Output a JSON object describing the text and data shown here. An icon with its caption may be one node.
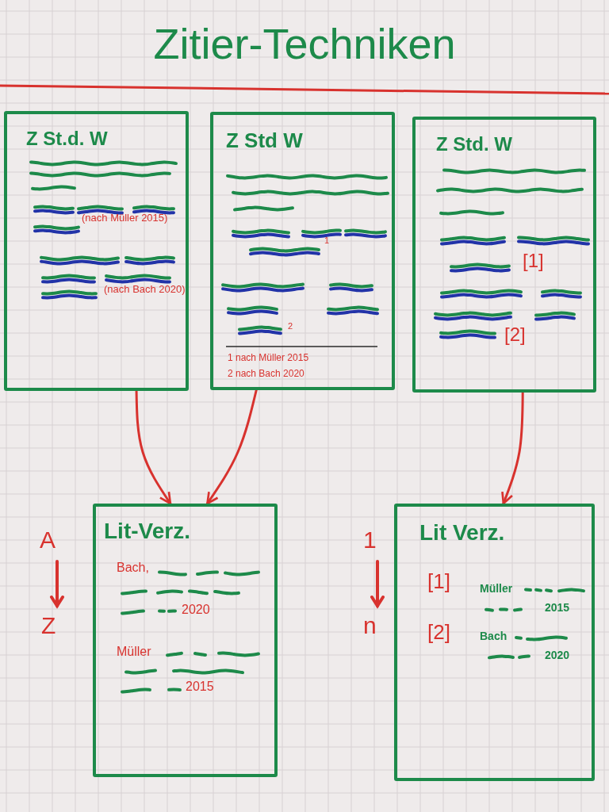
{
  "diagram": {
    "title": "Zitier-Techniken",
    "nodes": [
      {
        "text": [
          "Z St.d. W",
          "(nach Müller 2015)",
          "(nach Bach 2020)"
        ]
      },
      {
        "text": [
          "Z Std W",
          "1",
          "2",
          "1 nach Müller 2015",
          "2 nach Bach 2020"
        ]
      },
      {
        "text": [
          "Z Std. W",
          "[1]",
          "[2]"
        ]
      },
      {
        "text": [
          "Lit-Verz.",
          "Bach,",
          "2020",
          "Müller",
          "2015"
        ],
        "beside": [
          "A",
          "Z"
        ]
      },
      {
        "text": [
          "Lit Verz.",
          "[1]",
          "Müller",
          "2015",
          "[2]",
          "Bach",
          "2020"
        ],
        "beside": [
          "1",
          "n"
        ]
      }
    ],
    "edges": [
      {
        "from": 0,
        "to": 3,
        "arrow": "to"
      },
      {
        "from": 1,
        "to": 3,
        "arrow": "to"
      },
      {
        "from": 2,
        "to": 4,
        "arrow": "to"
      }
    ]
  }
}
